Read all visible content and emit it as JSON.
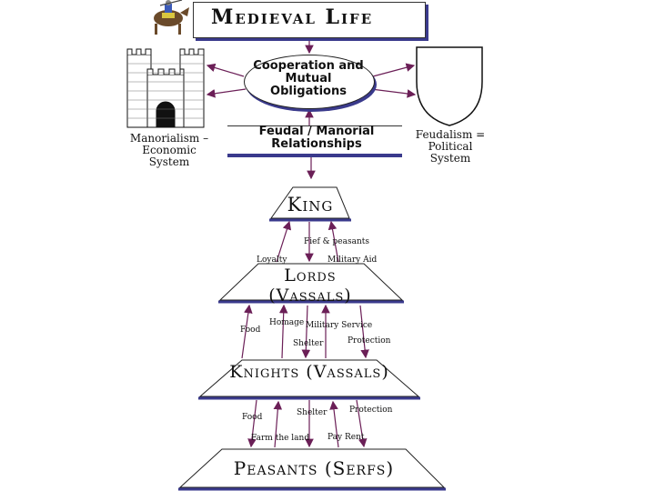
{
  "title": "Medieval Life",
  "cooperation": "Cooperation and Mutual Obligations",
  "feudal_relationships": "Feudal / Manorial Relationships",
  "manorialism": "Manorialism – Economic System",
  "feudalism": "Feudalism = Political System",
  "tiers": {
    "king": "King",
    "lords": "Lords (Vassals)",
    "knights": "Knights (Vassals)",
    "peasants": "Peasants (Serfs)"
  },
  "king_lords": {
    "fief": "Fief & peasants",
    "loyalty": "Loyalty",
    "military_aid": "Military Aid"
  },
  "lords_knights": {
    "food": "Food",
    "homage": "Homage",
    "military_service": "Military Service",
    "shelter": "Shelter",
    "protection": "Protection"
  },
  "knights_peasants": {
    "food": "Food",
    "shelter": "Shelter",
    "protection": "Protection",
    "farm_land": "Farm the land",
    "pay_rent": "Pay Rent"
  },
  "colors": {
    "accent": "#3a3a8c",
    "arrow": "#6b1f57"
  },
  "icons": [
    "knight-on-horse-icon",
    "castle-icon",
    "shield-icon"
  ]
}
